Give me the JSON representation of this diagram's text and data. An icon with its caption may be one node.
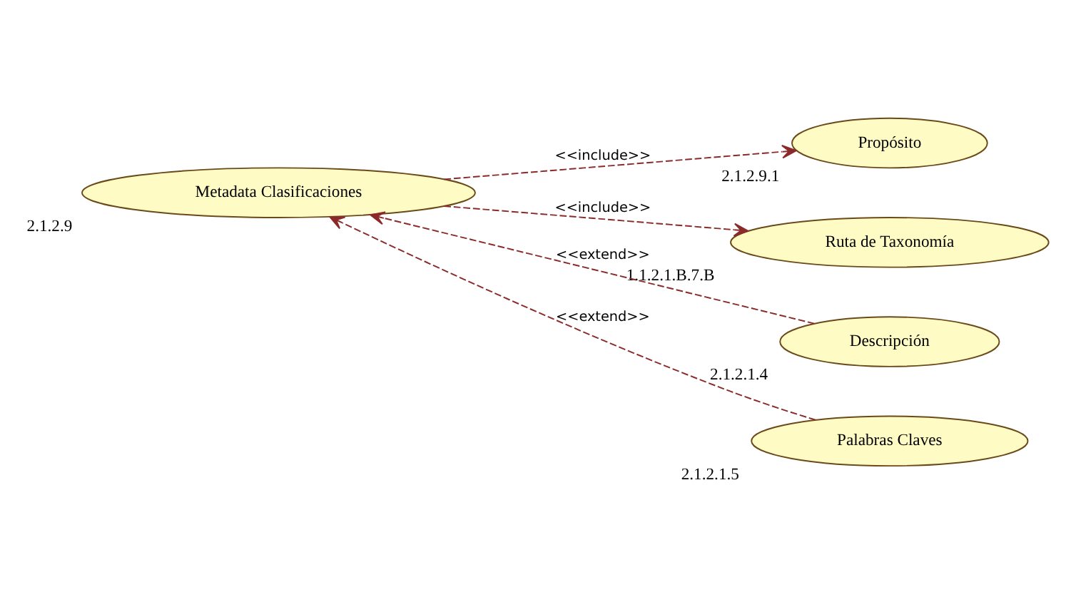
{
  "diagram": {
    "nodes": [
      {
        "text": [
          "Metadata Clasificaciones"
        ],
        "beside": [
          "2.1.2.9"
        ]
      },
      {
        "text": [
          "Propósito"
        ],
        "beside": [
          "2.1.2.9.1"
        ]
      },
      {
        "text": [
          "Descripción"
        ],
        "beside": [
          "2.1.2.1.4"
        ]
      },
      {
        "text": [
          "Palabras Claves"
        ],
        "beside": [
          "2.1.2.1.5"
        ]
      },
      {
        "text": [
          "Ruta de Taxonomía"
        ],
        "beside": [
          "1.1.2.1.B.7.B"
        ]
      }
    ],
    "edges": [
      {
        "from": 0,
        "to": 1,
        "arrow": "to",
        "label": "<<include>>",
        "style": "dashed"
      },
      {
        "from": 2,
        "to": 0,
        "arrow": "to",
        "label": "<<extend>>",
        "style": "dashed"
      },
      {
        "from": 3,
        "to": 0,
        "arrow": "to",
        "label": "<<extend>>",
        "style": "dashed"
      },
      {
        "from": 0,
        "to": 4,
        "arrow": "to",
        "label": "<<include>>",
        "style": "dashed"
      }
    ]
  }
}
